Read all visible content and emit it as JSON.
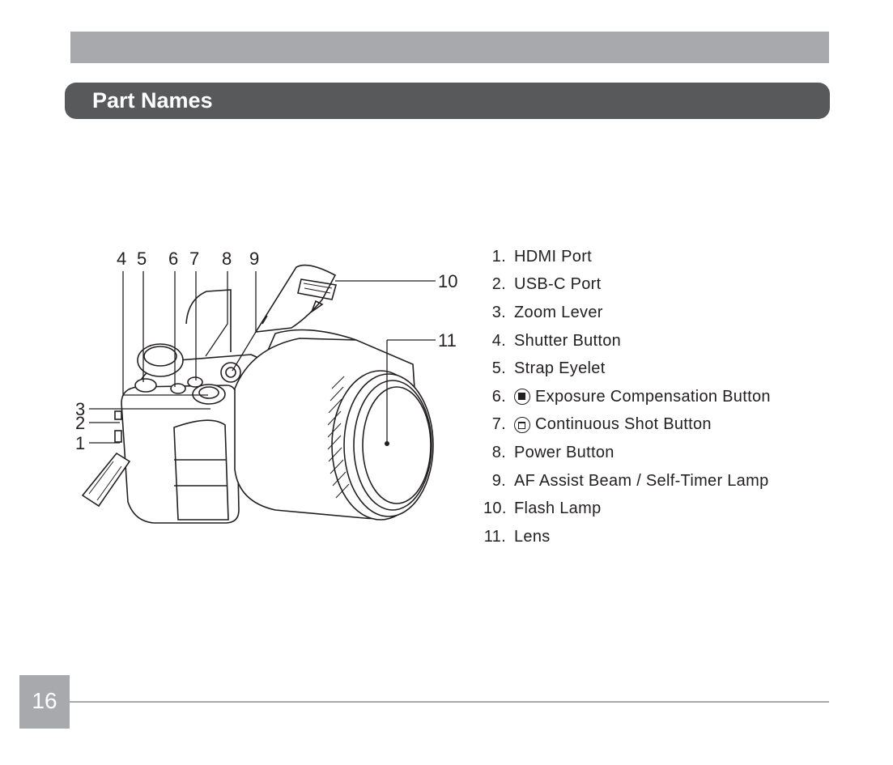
{
  "header": {
    "section_title": "Part Names"
  },
  "callouts": [
    "1",
    "2",
    "3",
    "4",
    "5",
    "6",
    "7",
    "8",
    "9",
    "10",
    "11"
  ],
  "parts": [
    {
      "num": "1.",
      "label": "HDMI Port"
    },
    {
      "num": "2.",
      "label": "USB-C Port"
    },
    {
      "num": "3.",
      "label": "Zoom Lever"
    },
    {
      "num": "4.",
      "label": "Shutter Button"
    },
    {
      "num": "5.",
      "label": "Strap Eyelet"
    },
    {
      "num": "6.",
      "label": "Exposure Compensation Button",
      "icon": "exposure-compensation-icon"
    },
    {
      "num": "7.",
      "label": "Continuous Shot Button",
      "icon": "continuous-shot-icon"
    },
    {
      "num": "8.",
      "label": "Power Button"
    },
    {
      "num": "9.",
      "label": "AF Assist Beam / Self-Timer Lamp"
    },
    {
      "num": "10.",
      "label": "Flash Lamp"
    },
    {
      "num": "11.",
      "label": "Lens"
    }
  ],
  "footer": {
    "page_number": "16"
  },
  "colors": {
    "title_bar": "#58595b",
    "accent_gray": "#a7a9ac"
  }
}
